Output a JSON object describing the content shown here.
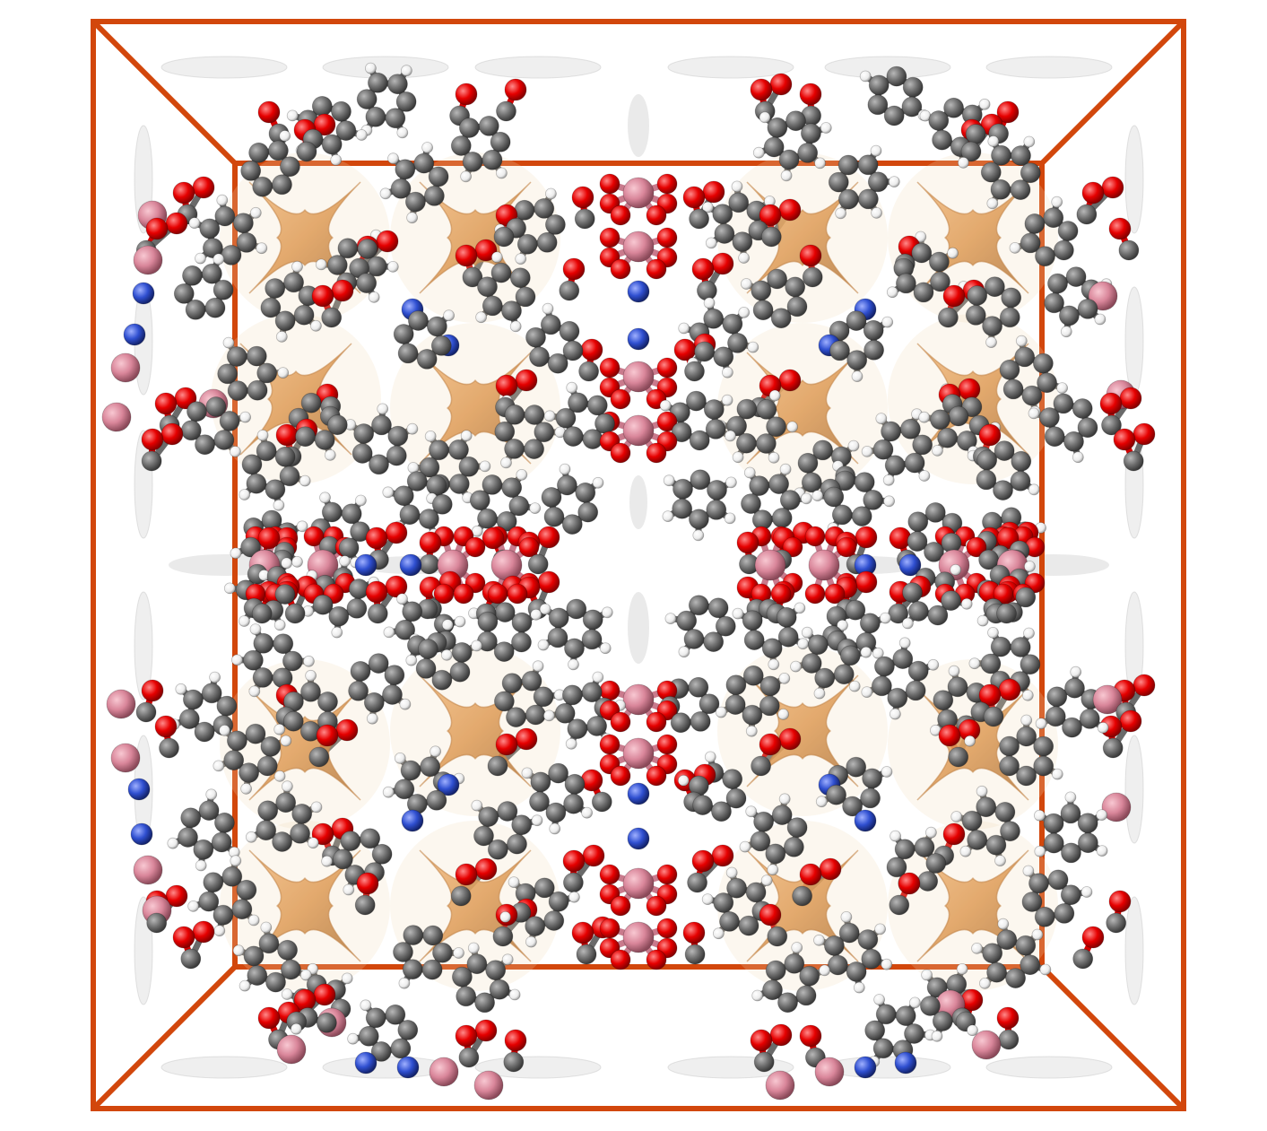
{
  "scene": {
    "description_visible_text": "",
    "colors": {
      "background": "#ffffff",
      "cell_edge": "#d2470c",
      "carbon": "#6f6f6f",
      "oxygen": "#e60000",
      "hydrogen": "#f2f2f2",
      "nitrogen": "#2f4fd0",
      "metal": "#d9869a",
      "isosurface_orange": "#d98a3c",
      "isosurface_grey": "#d8d8d8"
    },
    "atom_types": [
      "carbon",
      "oxygen",
      "hydrogen",
      "nitrogen",
      "metal"
    ]
  }
}
